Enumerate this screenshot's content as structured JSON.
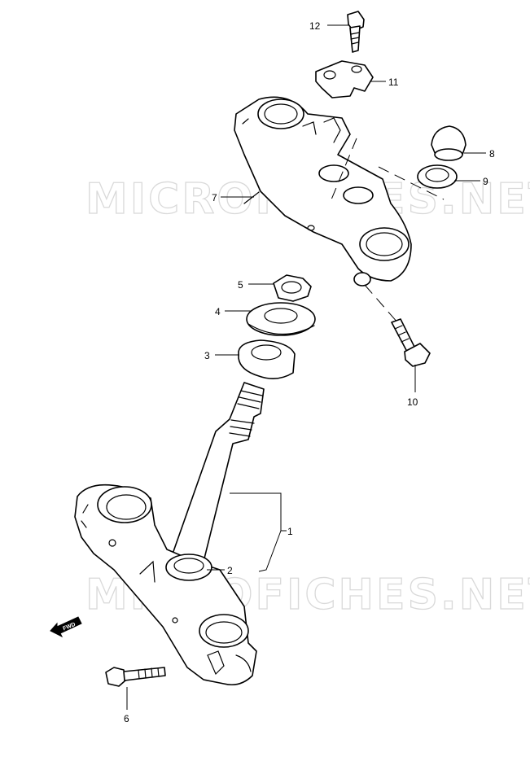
{
  "watermark": {
    "text": "MICROFICHES.NET"
  },
  "direction_arrow": {
    "label": "FWD"
  },
  "callouts": {
    "c1": "1",
    "c2": "2",
    "c3": "3",
    "c4": "4",
    "c5": "5",
    "c6": "6",
    "c7": "7",
    "c8": "8",
    "c9": "9",
    "c10": "10",
    "c11": "11",
    "c12": "12"
  }
}
